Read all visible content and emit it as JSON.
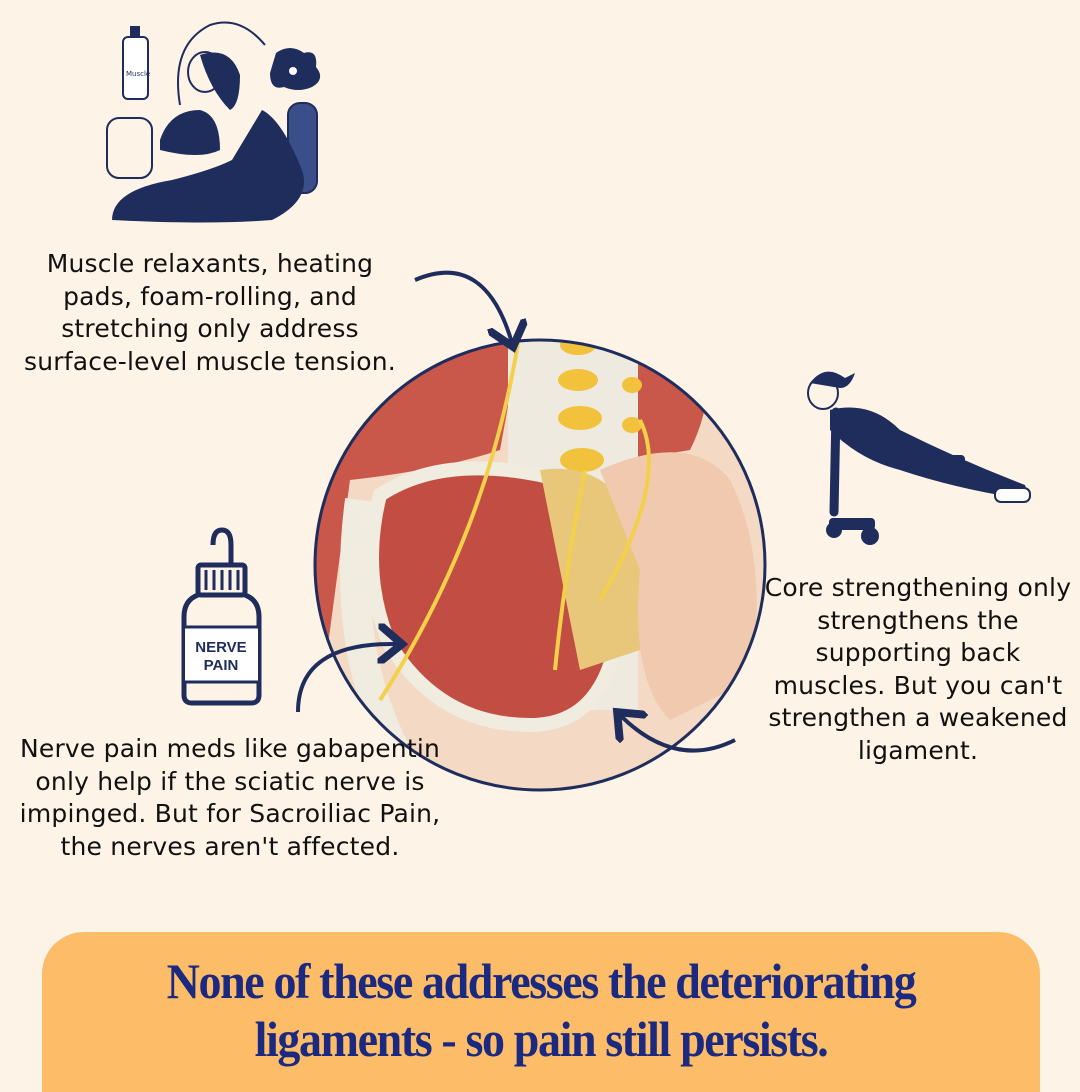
{
  "callouts": {
    "muscle": "Muscle relaxants, heating pads, foam-rolling, and stretching only address surface-level muscle tension.",
    "core": "Core strengthening only strengthens the supporting back muscles. But you can't strengthen a weakened ligament.",
    "nerve": "Nerve pain meds like gabapentin only help if the sciatic nerve is impinged. But for Sacroiliac Pain, the nerves aren't affected."
  },
  "bottle_label": {
    "line1": "NERVE",
    "line2": "PAIN"
  },
  "small_bottle_label": "Muscle",
  "banner": {
    "line1": "None of these addresses the deteriorating",
    "line2": "ligaments - so pain still persists."
  },
  "colors": {
    "background": "#fdf3e7",
    "navy": "#1f2d5c",
    "banner": "#fdbd68",
    "banner_text": "#1b2a80",
    "muscle": "#c9574a"
  }
}
